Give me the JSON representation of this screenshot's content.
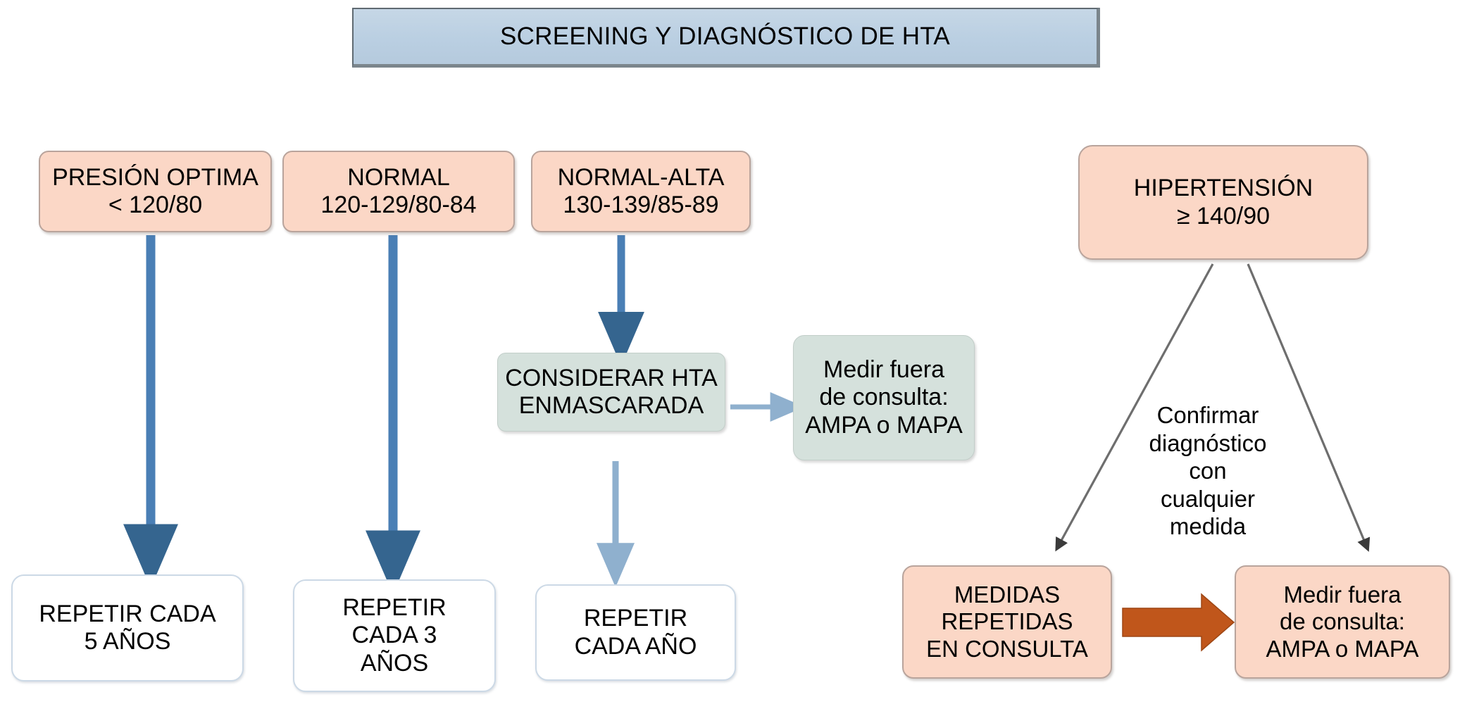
{
  "title": {
    "text": "SCREENING Y DIAGNÓSTICO DE HTA",
    "fill_color": "#bacfe2",
    "border_color": "#5f6a72"
  },
  "classification": {
    "optima": "PRESIÓN OPTIMA\n< 120/80",
    "normal": "NORMAL\n120-129/80-84",
    "normal_alta": "NORMAL-ALTA\n130-139/85-89",
    "hipertension": "HIPERTENSIÓN\n≥ 140/90",
    "fill_color": "#fbd7c6"
  },
  "evaluation": {
    "enmascarada": "CONSIDERAR HTA\nENMASCARADA",
    "medir_fuera": "Medir fuera\nde consulta:\nAMPA o MAPA",
    "fill_color": "#d5e1dc"
  },
  "outcomes": {
    "repetir_5": "REPETIR CADA\n5 AÑOS",
    "repetir_3": "REPETIR\nCADA 3\nAÑOS",
    "repetir_1": "REPETIR\nCADA AÑO",
    "medidas_repetidas": "MEDIDAS\nREPETIDAS\nEN CONSULTA",
    "medir_fuera": "Medir fuera\nde consulta:\nAMPA o MAPA"
  },
  "annotations": {
    "confirmar": "Confirmar\ndiagnóstico\ncon\ncualquier\nmedida"
  },
  "arrow_colors": {
    "blue_thick": "#4a7fb5",
    "blue_light": "#8fb0ce",
    "gray_thin": "#7f7f7f",
    "orange": "#c0561b"
  }
}
